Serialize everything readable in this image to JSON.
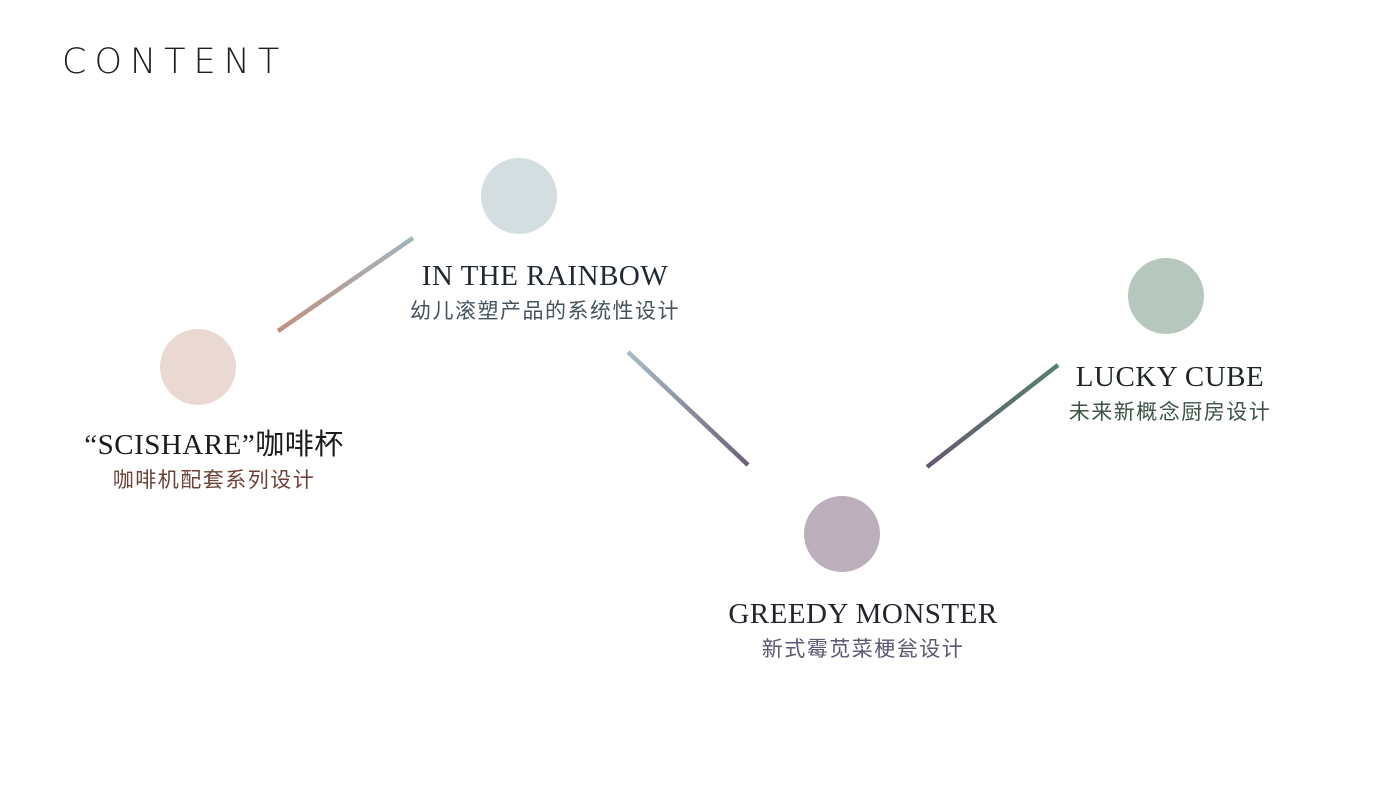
{
  "page": {
    "title": "CONTENT",
    "background": "#ffffff"
  },
  "items": [
    {
      "id": "scishare",
      "title": "“SCISHARE”咖啡杯",
      "subtitle": "咖啡机配套系列设计",
      "circle_color": "#ead9d2",
      "title_color": "#1c1a1a",
      "subtitle_color": "#6e4138"
    },
    {
      "id": "in-the-rainbow",
      "title": "IN THE RAINBOW",
      "subtitle": "幼儿滚塑产品的系统性设计",
      "circle_color": "#d4dde0",
      "title_color": "#1f2833",
      "subtitle_color": "#44525c"
    },
    {
      "id": "greedy-monster",
      "title": "GREEDY MONSTER",
      "subtitle": "新式霉苋菜梗瓮设计",
      "circle_color": "#bcaebb",
      "title_color": "#23232d",
      "subtitle_color": "#5a5771"
    },
    {
      "id": "lucky-cube",
      "title": "LUCKY CUBE",
      "subtitle": "未来新概念厨房设计",
      "circle_color": "#b6c8bd",
      "title_color": "#1e2721",
      "subtitle_color": "#3e5246"
    }
  ],
  "connectors": [
    {
      "from": "scishare",
      "to": "in-the-rainbow",
      "from_color": "#c09181",
      "to_color": "#a0b4bd"
    },
    {
      "from": "in-the-rainbow",
      "to": "greedy-monster",
      "from_color": "#a6bcc3",
      "to_color": "#6e6078"
    },
    {
      "from": "greedy-monster",
      "to": "lucky-cube",
      "from_color": "#675970",
      "to_color": "#55806c"
    }
  ]
}
